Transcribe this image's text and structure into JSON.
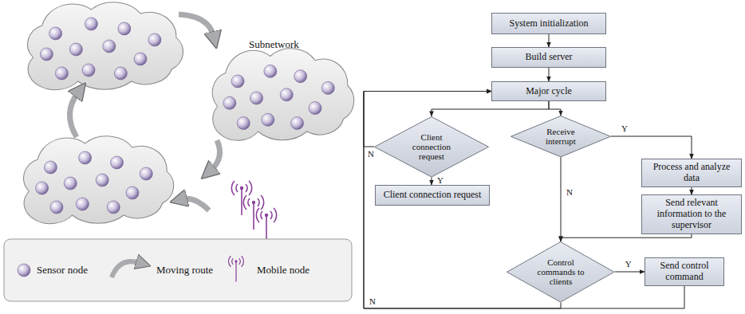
{
  "diagram": {
    "nodes": [
      {
        "text": [
          "System initialization"
        ]
      },
      {
        "text": [
          "Build server"
        ]
      },
      {
        "text": [
          "Major cycle"
        ]
      },
      {
        "text": [
          "Client connection request"
        ]
      },
      {
        "text": [
          "Receive interrupt"
        ]
      },
      {
        "text": [
          "Client connection request"
        ]
      },
      {
        "text": [
          "Process and analyze data"
        ]
      },
      {
        "text": [
          "Send relevant information to the supervisor"
        ]
      },
      {
        "text": [
          "Control commands to clients"
        ]
      },
      {
        "text": [
          "Send control command"
        ]
      }
    ],
    "edges": [
      {
        "from": 0,
        "to": 1,
        "arrow": "to"
      },
      {
        "from": 1,
        "to": 2,
        "arrow": "to"
      },
      {
        "from": 2,
        "to": 3,
        "arrow": "to"
      },
      {
        "from": 2,
        "to": 4,
        "arrow": "to"
      },
      {
        "from": 3,
        "to": 5,
        "label": "Y",
        "arrow": "to"
      },
      {
        "from": 3,
        "to": 2,
        "label": "N",
        "arrow": "to"
      },
      {
        "from": 4,
        "to": 6,
        "label": "Y",
        "arrow": "to"
      },
      {
        "from": 4,
        "to": 8,
        "label": "N",
        "arrow": "to"
      },
      {
        "from": 6,
        "to": 7,
        "arrow": "to"
      },
      {
        "from": 7,
        "to": 8,
        "arrow": "to"
      },
      {
        "from": 8,
        "to": 9,
        "label": "Y",
        "arrow": "to"
      },
      {
        "from": 8,
        "to": 2,
        "label": "N",
        "arrow": "to"
      },
      {
        "from": 9,
        "to": 2,
        "arrow": "to"
      }
    ],
    "labels": [
      "Subnetwork"
    ],
    "legend": [
      {
        "text": "Sensor node"
      },
      {
        "text": "Moving route"
      },
      {
        "text": "Mobile node"
      }
    ]
  }
}
